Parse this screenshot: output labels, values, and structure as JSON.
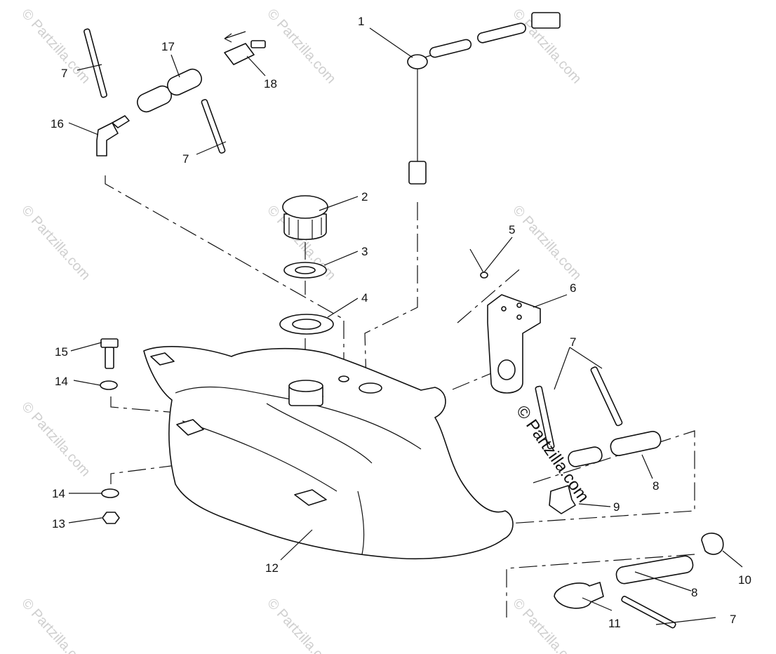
{
  "diagram": {
    "callouts": [
      "1",
      "2",
      "3",
      "4",
      "5",
      "6",
      "7",
      "7",
      "7",
      "7",
      "8",
      "8",
      "9",
      "10",
      "11",
      "12",
      "13",
      "14",
      "14",
      "15",
      "16",
      "17",
      "18"
    ],
    "watermark": "© Partzilla.com",
    "watermark_center": "© Partzilla.com"
  }
}
